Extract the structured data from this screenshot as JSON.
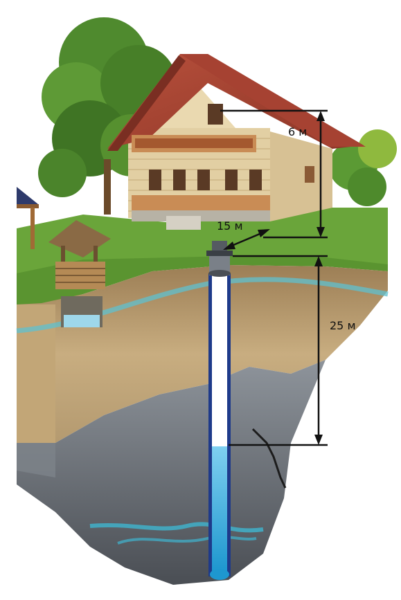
{
  "diagram": {
    "dimensions": {
      "roof_height": "6 м",
      "well_distance": "15 м",
      "well_depth": "25 м"
    },
    "colors": {
      "sky": "#ffffff",
      "grass": "#6aa53a",
      "soil": "#b79a6c",
      "rock": "#5f6369",
      "water": "#27a9d6",
      "roof": "#a64232",
      "log_wall": "#e2cfa3",
      "annotation": "#111111"
    },
    "icons": [
      "house-icon",
      "well-icon",
      "gazebo-icon",
      "tree-icon",
      "borehole-pipe-icon",
      "pump-head-icon"
    ]
  }
}
